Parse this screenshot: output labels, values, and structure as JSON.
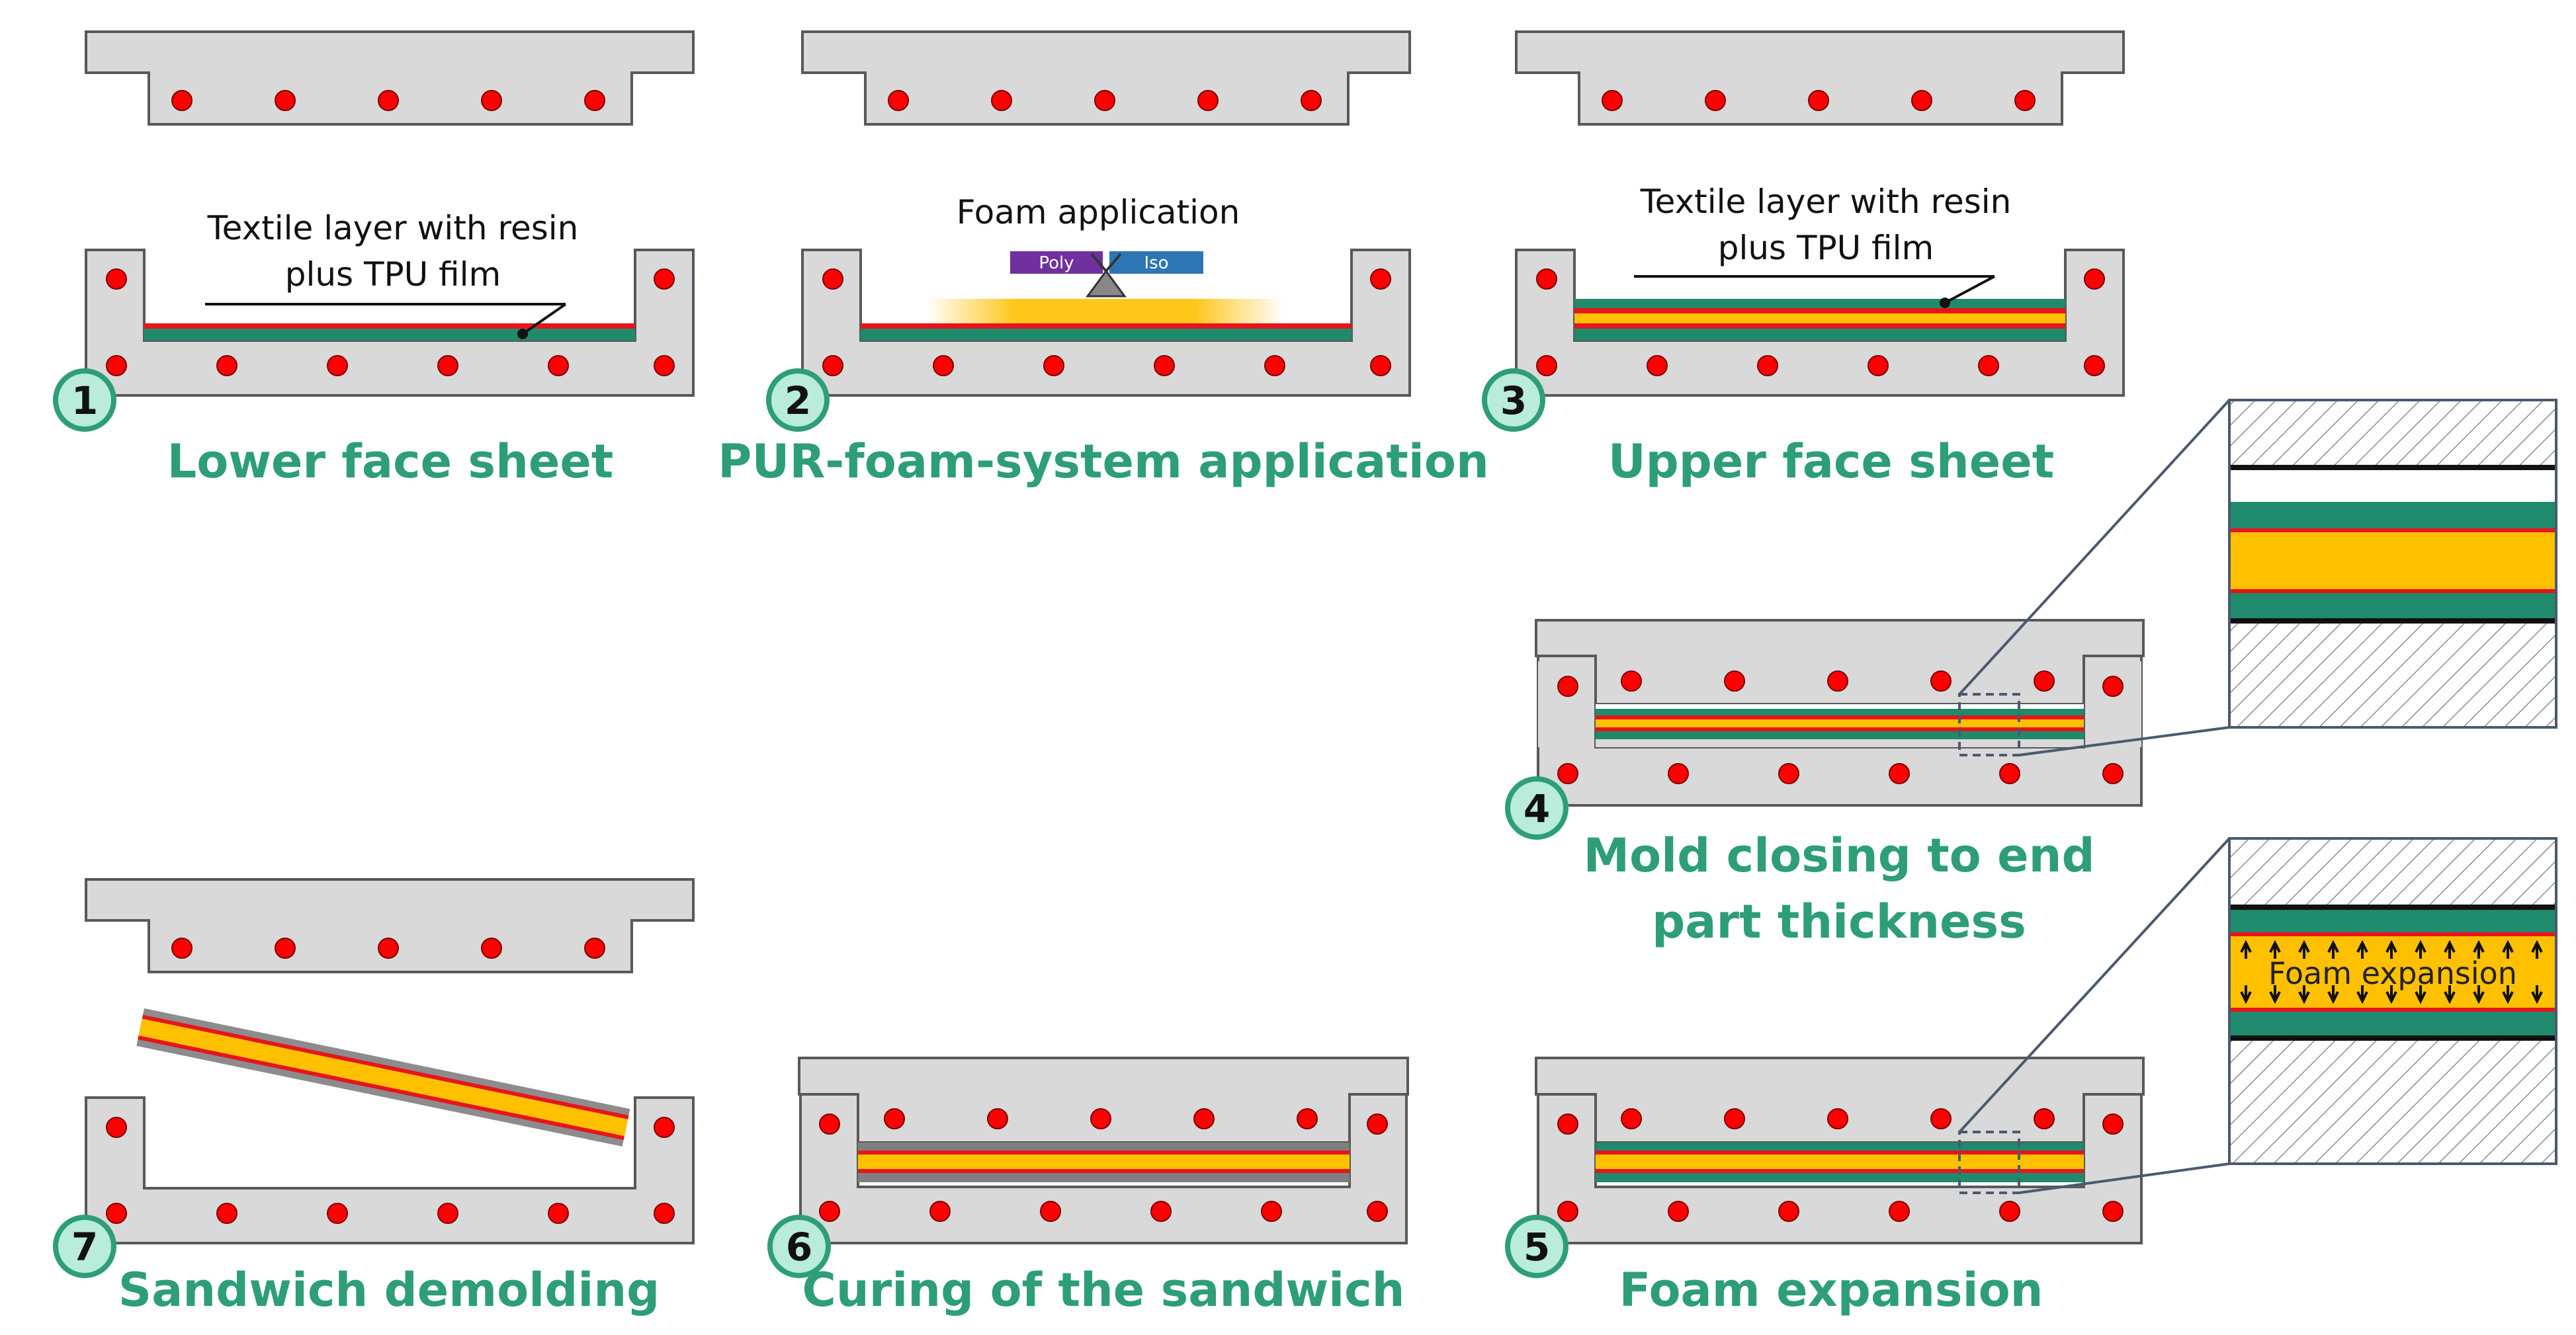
{
  "colors": {
    "mold_fill": "#d9d9d9",
    "mold_stroke": "#595959",
    "heater_dot": "#ff0000",
    "caption": "#2e9e78",
    "badge_fill": "#b9ecd9",
    "badge_stroke": "#2e9e78",
    "textile_green": "#1f8a6c",
    "resin_red": "#e8141c",
    "foam_yellow": "#ffc000",
    "poly_purple": "#7030a0",
    "iso_blue": "#2e75b6",
    "leader_line": "#4a5a6e"
  },
  "steps": [
    {
      "number": "1",
      "caption_lines": [
        "Lower face sheet"
      ],
      "note_lines": [
        "Textile layer with resin",
        "plus TPU film"
      ]
    },
    {
      "number": "2",
      "caption_lines": [
        "PUR-foam-system application"
      ],
      "note_lines": [
        "Foam application"
      ],
      "nozzle_left": "Poly",
      "nozzle_right": "Iso"
    },
    {
      "number": "3",
      "caption_lines": [
        "Upper face sheet"
      ],
      "note_lines": [
        "Textile layer with resin",
        "plus TPU film"
      ]
    },
    {
      "number": "4",
      "caption_lines": [
        "Mold closing to end",
        "part thickness"
      ]
    },
    {
      "number": "5",
      "caption_lines": [
        "Foam expansion"
      ],
      "zoom_label": "Foam expansion"
    },
    {
      "number": "6",
      "caption_lines": [
        "Curing of the sandwich"
      ]
    },
    {
      "number": "7",
      "caption_lines": [
        "Sandwich demolding"
      ]
    }
  ]
}
